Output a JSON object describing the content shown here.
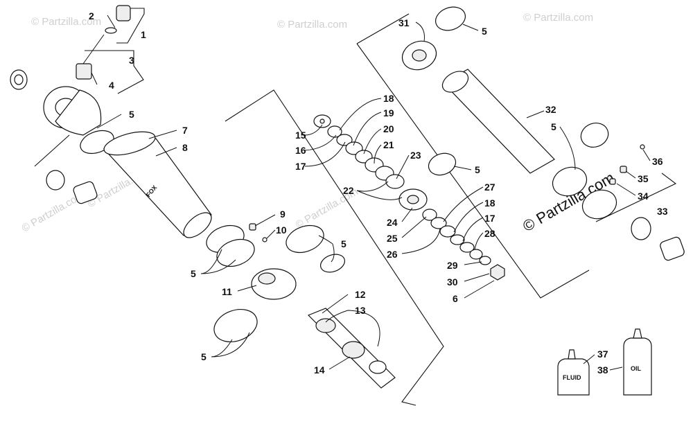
{
  "watermarks": {
    "small": "© Partzilla.com",
    "large": "© Partzilla.com"
  },
  "callouts": {
    "c1": "1",
    "c2": "2",
    "c3": "3",
    "c4": "4",
    "c5a": "5",
    "c5b": "5",
    "c5c": "5",
    "c5d": "5",
    "c5e": "5",
    "c5f": "5",
    "c5g": "5",
    "c6": "6",
    "c7": "7",
    "c8": "8",
    "c9": "9",
    "c10": "10",
    "c11": "11",
    "c12": "12",
    "c13": "13",
    "c14": "14",
    "c15": "15",
    "c16": "16",
    "c17a": "17",
    "c17b": "17",
    "c18a": "18",
    "c18b": "18",
    "c19": "19",
    "c20": "20",
    "c21": "21",
    "c22": "22",
    "c23": "23",
    "c24": "24",
    "c25": "25",
    "c26": "26",
    "c27": "27",
    "c28": "28",
    "c29": "29",
    "c30": "30",
    "c31": "31",
    "c32": "32",
    "c33": "33",
    "c34": "34",
    "c35": "35",
    "c36": "36",
    "c37": "37",
    "c38": "38"
  },
  "bottles": {
    "fluid_label": "FLUID",
    "oil_label": "OIL"
  },
  "shock_brand": "FOX"
}
